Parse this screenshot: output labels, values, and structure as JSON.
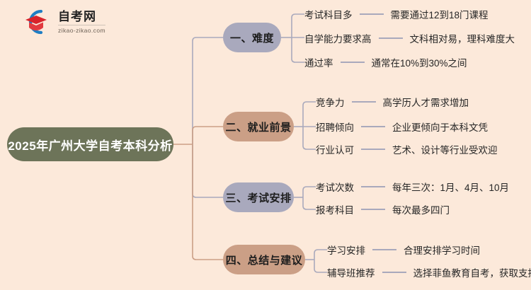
{
  "logo": {
    "name_cn": "自考网",
    "url": "zikao-zikao.com",
    "mark": "graduation-cap-in-circle"
  },
  "colors": {
    "background": "#fce9da",
    "root_node": "#6d7459",
    "purple_node": "#a9a9bd",
    "tan_node": "#cb9f86",
    "connector_purple": "#a9a9bc",
    "connector_tan": "#cb9f86",
    "text_dark": "#262626",
    "text_light": "#ffffff"
  },
  "mindmap": {
    "root": {
      "label": "2025年广州大学自考本科分析"
    },
    "branches": [
      {
        "label": "一、难度",
        "color": "purple",
        "leaves": [
          {
            "label": "考试科目多",
            "value": "需要通过12到18门课程"
          },
          {
            "label": "自学能力要求高",
            "value": "文科相对易，理科难度大"
          },
          {
            "label": "通过率",
            "value": "通常在10%到30%之间"
          }
        ]
      },
      {
        "label": "二、就业前景",
        "color": "tan",
        "leaves": [
          {
            "label": "竞争力",
            "value": "高学历人才需求增加"
          },
          {
            "label": "招聘倾向",
            "value": "企业更倾向于本科文凭"
          },
          {
            "label": "行业认可",
            "value": "艺术、设计等行业受欢迎"
          }
        ]
      },
      {
        "label": "三、考试安排",
        "color": "purple",
        "leaves": [
          {
            "label": "考试次数",
            "value": "每年三次：1月、4月、10月"
          },
          {
            "label": "报考科目",
            "value": "每次最多四门"
          }
        ]
      },
      {
        "label": "四、总结与建议",
        "color": "tan",
        "leaves": [
          {
            "label": "学习安排",
            "value": "合理安排学习时间"
          },
          {
            "label": "辅导班推荐",
            "value": "选择菲鱼教育自考，获取支持"
          }
        ]
      }
    ]
  }
}
